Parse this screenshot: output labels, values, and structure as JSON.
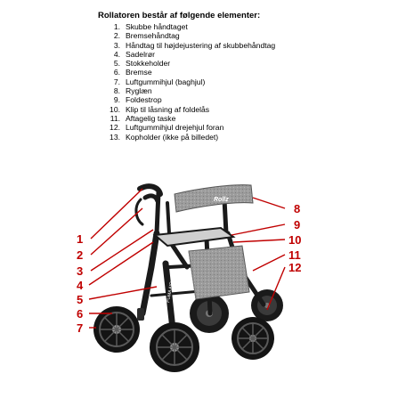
{
  "title": "Rollatoren består af følgende elementer:",
  "parts": [
    {
      "num": "1.",
      "label": "Skubbe håndtaget"
    },
    {
      "num": "2.",
      "label": "Bremsehåndtag"
    },
    {
      "num": "3.",
      "label": "Håndtag til højdejustering af skubbehåndtag"
    },
    {
      "num": "4.",
      "label": "Sadelrør"
    },
    {
      "num": "5.",
      "label": "Stokkeholder"
    },
    {
      "num": "6.",
      "label": "Bremse"
    },
    {
      "num": "7.",
      "label": "Luftgummihjul (baghjul)"
    },
    {
      "num": "8.",
      "label": "Ryglæn"
    },
    {
      "num": "9.",
      "label": "Foldestrop"
    },
    {
      "num": "10.",
      "label": "Klip til låsning af foldelås"
    },
    {
      "num": "11.",
      "label": "Aftagelig taske"
    },
    {
      "num": "12.",
      "label": "Luftgummihjul drejehjul foran"
    },
    {
      "num": "13.",
      "label": "Kopholder (ikke på billedet)"
    }
  ],
  "figure": {
    "callouts_left": [
      "1",
      "2",
      "3",
      "4",
      "5",
      "6",
      "7"
    ],
    "callouts_right": [
      "8",
      "9",
      "10",
      "11",
      "12"
    ],
    "backrest_logo": "Rollz",
    "frame_text": "PUMA AIR",
    "colors": {
      "callout": "#c00000",
      "frame": "#1a1a1a",
      "fabric": "#9a9a9a"
    }
  }
}
